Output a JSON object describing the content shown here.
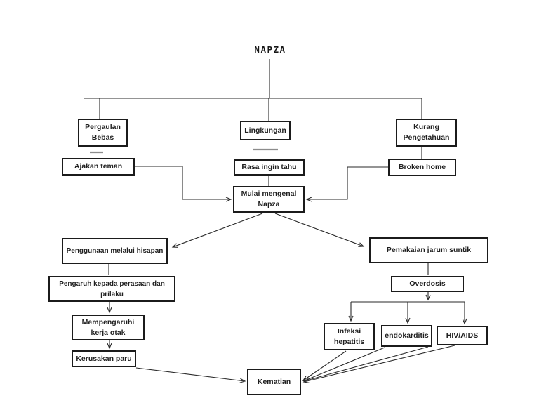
{
  "colors": {
    "ink": "#2a2a2a",
    "box_border": "#1b1b1b",
    "separator_dash_gray": "#8c8c8c",
    "background": "#ffffff"
  },
  "diagram": {
    "title": "NAPZA",
    "nodes": {
      "pergaulan_bebas": {
        "line1": "Pergaulan",
        "line2": "Bebas"
      },
      "lingkungan": {
        "line1": "Lingkungan"
      },
      "kurang_pengetahuan": {
        "line1": "Kurang",
        "line2": "Pengetahuan"
      },
      "ajakan_teman": {
        "line1": "Ajakan teman"
      },
      "rasa_ingin_tahu": {
        "line1": "Rasa ingin tahu"
      },
      "broken_home": {
        "line1": "Broken home"
      },
      "mulai_mengenal_napza": {
        "line1": "Mulai mengenal",
        "line2": "Napza"
      },
      "penggunaan_melalui_hisapan": {
        "line1": "Penggunaan melalui hisapan"
      },
      "pemakaian_jarum_suntik": {
        "line1": "Pemakaian jarum suntik"
      },
      "pengaruh_perasaan": {
        "line1": "Pengaruh kepada perasaan dan",
        "line2": "prilaku"
      },
      "overdosis": {
        "line1": "Overdosis"
      },
      "mempengaruhi_kerja_otak": {
        "line1": "Mempengaruhi",
        "line2": "kerja otak"
      },
      "kerusakan_paru": {
        "line1": "Kerusakan paru"
      },
      "infeksi_hepatitis": {
        "line1": "Infeksi",
        "line2": "hepatitis"
      },
      "endokarditis": {
        "line1": "endokarditis"
      },
      "hiv_aids": {
        "line1": "HIV/AIDS"
      },
      "kematian": {
        "line1": "Kematian"
      }
    }
  }
}
